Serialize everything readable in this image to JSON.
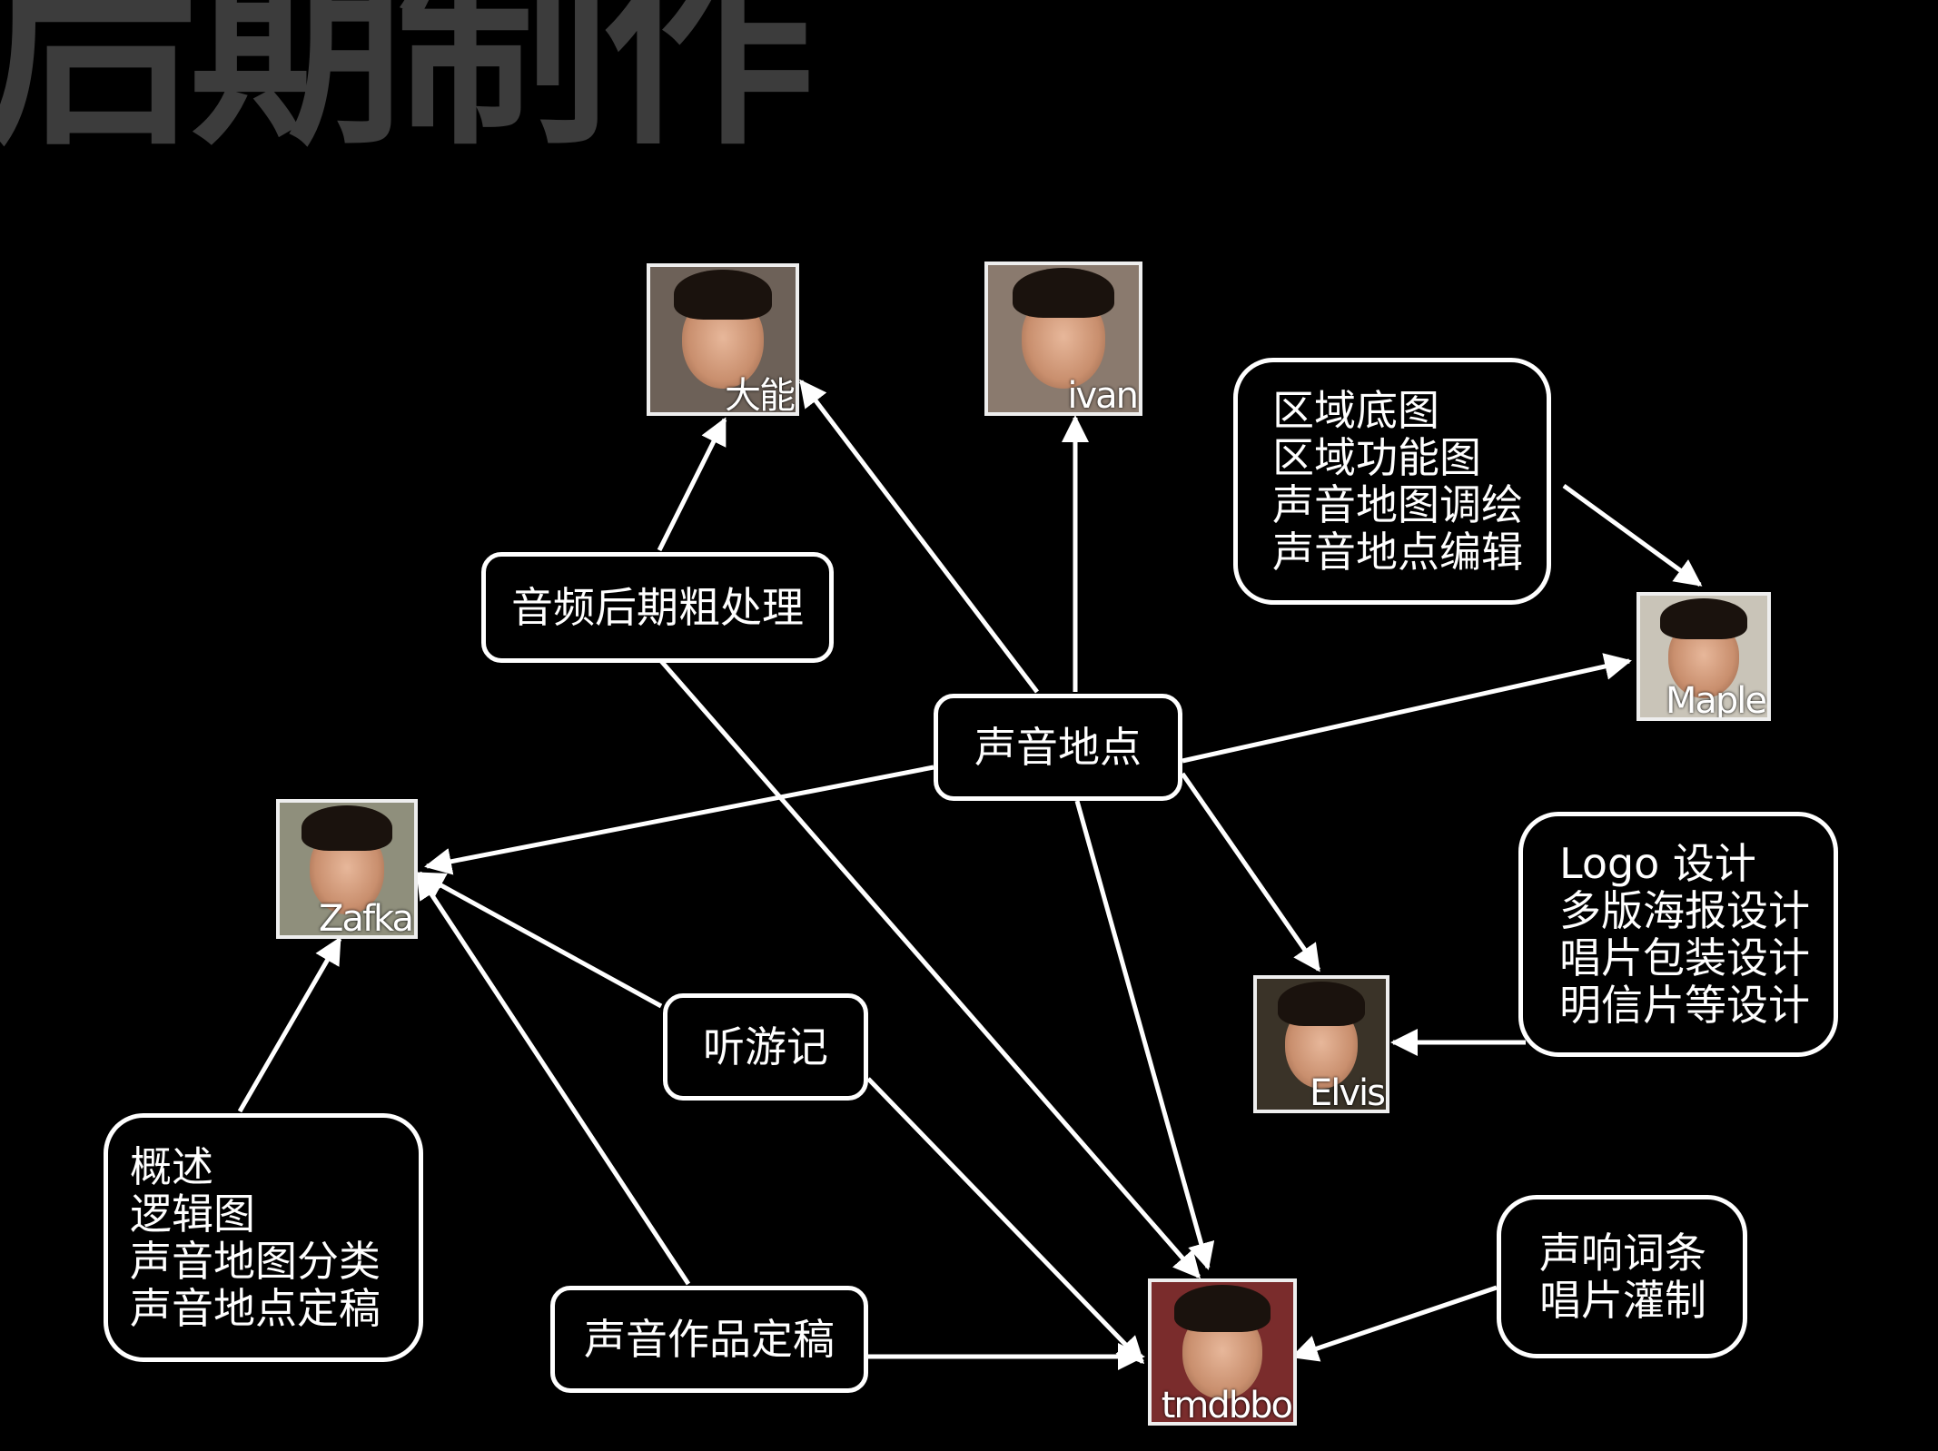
{
  "title": "后期制作",
  "people": {
    "daneng": "大能",
    "ivan": "ivan",
    "maple": "Maple",
    "zafka": "Zafka",
    "elvis": "Elvis",
    "tmdbbo": "tmdbbo"
  },
  "boxes": {
    "audio_post": "音频后期粗处理",
    "sound_place": "声音地点",
    "travelogue": "听游记",
    "work_final": "声音作品定稿",
    "map_tasks": [
      "区域底图",
      "区域功能图",
      "声音地图调绘",
      "声音地点编辑"
    ],
    "design_tasks": [
      "Logo  设计",
      "多版海报设计",
      "唱片包装设计",
      "明信片等设计"
    ],
    "overview_tasks": [
      "概述",
      "逻辑图",
      "声音地图分类",
      "声音地点定稿"
    ],
    "sound_tasks": [
      "声响词条",
      "唱片灌制"
    ]
  }
}
